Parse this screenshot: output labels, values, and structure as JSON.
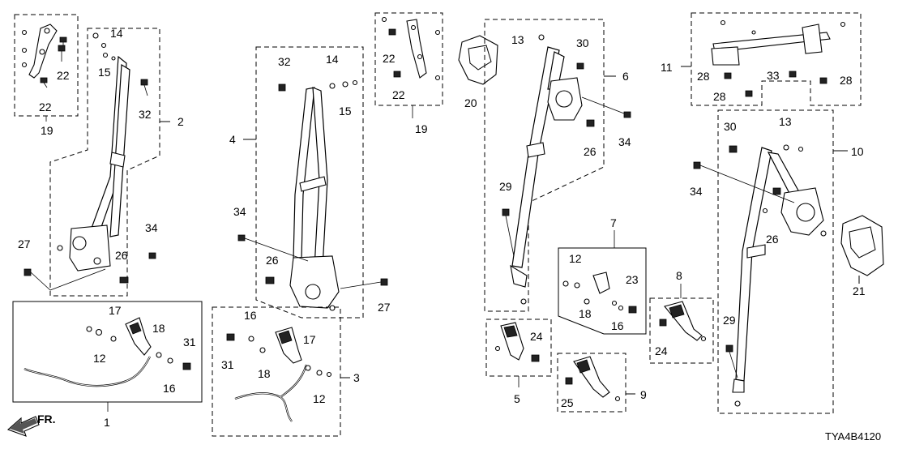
{
  "diagram_code": "TYA4B4120",
  "direction_label": "FR.",
  "callouts": [
    {
      "id": "c14a",
      "text": "14"
    },
    {
      "id": "c15a",
      "text": "15"
    },
    {
      "id": "c22a",
      "text": "22"
    },
    {
      "id": "c22b",
      "text": "22"
    },
    {
      "id": "c32a",
      "text": "32"
    },
    {
      "id": "c2",
      "text": "2"
    },
    {
      "id": "c19a",
      "text": "19"
    },
    {
      "id": "c34a",
      "text": "34"
    },
    {
      "id": "c27a",
      "text": "27"
    },
    {
      "id": "c26a",
      "text": "26"
    },
    {
      "id": "c17a",
      "text": "17"
    },
    {
      "id": "c18a",
      "text": "18"
    },
    {
      "id": "c12a",
      "text": "12"
    },
    {
      "id": "c31a",
      "text": "31"
    },
    {
      "id": "c16a",
      "text": "16"
    },
    {
      "id": "c1",
      "text": "1"
    },
    {
      "id": "c32b",
      "text": "32"
    },
    {
      "id": "c14b",
      "text": "14"
    },
    {
      "id": "c15b",
      "text": "15"
    },
    {
      "id": "c4",
      "text": "4"
    },
    {
      "id": "c34b",
      "text": "34"
    },
    {
      "id": "c26b",
      "text": "26"
    },
    {
      "id": "c27b",
      "text": "27"
    },
    {
      "id": "c16b",
      "text": "16"
    },
    {
      "id": "c31b",
      "text": "31"
    },
    {
      "id": "c18b",
      "text": "18"
    },
    {
      "id": "c17b",
      "text": "17"
    },
    {
      "id": "c3",
      "text": "3"
    },
    {
      "id": "c12b",
      "text": "12"
    },
    {
      "id": "c22c",
      "text": "22"
    },
    {
      "id": "c22d",
      "text": "22"
    },
    {
      "id": "c19b",
      "text": "19"
    },
    {
      "id": "c20",
      "text": "20"
    },
    {
      "id": "c13a",
      "text": "13"
    },
    {
      "id": "c30a",
      "text": "30"
    },
    {
      "id": "c6",
      "text": "6"
    },
    {
      "id": "c34c",
      "text": "34"
    },
    {
      "id": "c26c",
      "text": "26"
    },
    {
      "id": "c29a",
      "text": "29"
    },
    {
      "id": "c24a",
      "text": "24"
    },
    {
      "id": "c5",
      "text": "5"
    },
    {
      "id": "c7",
      "text": "7"
    },
    {
      "id": "c12c",
      "text": "12"
    },
    {
      "id": "c23",
      "text": "23"
    },
    {
      "id": "c18c",
      "text": "18"
    },
    {
      "id": "c16c",
      "text": "16"
    },
    {
      "id": "c8",
      "text": "8"
    },
    {
      "id": "c24b",
      "text": "24"
    },
    {
      "id": "c25",
      "text": "25"
    },
    {
      "id": "c9",
      "text": "9"
    },
    {
      "id": "c11",
      "text": "11"
    },
    {
      "id": "c28a",
      "text": "28"
    },
    {
      "id": "c33",
      "text": "33"
    },
    {
      "id": "c28b",
      "text": "28"
    },
    {
      "id": "c28c",
      "text": "28"
    },
    {
      "id": "c30b",
      "text": "30"
    },
    {
      "id": "c13b",
      "text": "13"
    },
    {
      "id": "c10",
      "text": "10"
    },
    {
      "id": "c34d",
      "text": "34"
    },
    {
      "id": "c26d",
      "text": "26"
    },
    {
      "id": "c29b",
      "text": "29"
    },
    {
      "id": "c21",
      "text": "21"
    }
  ]
}
